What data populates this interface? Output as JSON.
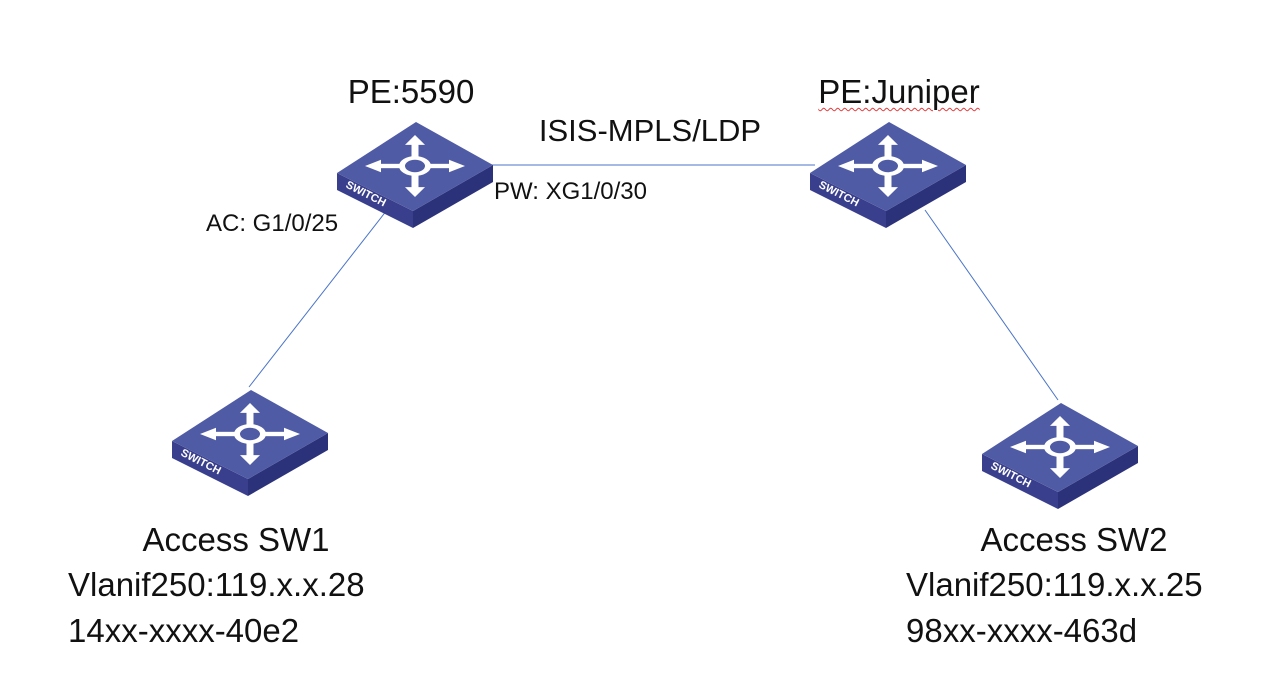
{
  "nodes": {
    "pe_5590": {
      "label": "PE:5590",
      "icon": "switch-icon",
      "badge": "SWITCH"
    },
    "pe_juniper": {
      "label": "PE:Juniper",
      "icon": "switch-icon",
      "badge": "SWITCH"
    },
    "access_sw1": {
      "label": "Access SW1",
      "vlanif": "Vlanif250:119.x.x.28",
      "mac": "14xx-xxxx-40e2",
      "icon": "switch-icon",
      "badge": "SWITCH"
    },
    "access_sw2": {
      "label": "Access SW2",
      "vlanif": "Vlanif250:119.x.x.25",
      "mac": "98xx-xxxx-463d",
      "icon": "switch-icon",
      "badge": "SWITCH"
    }
  },
  "links": {
    "core": {
      "protocol": "ISIS-MPLS/LDP",
      "pw_port": "PW: XG1/0/30"
    },
    "ac": {
      "port": "AC: G1/0/25"
    }
  },
  "colors": {
    "link": "#4a74c8",
    "switch_top": "#4f5ba4",
    "switch_side": "#2c327a",
    "switch_front": "#393f8c",
    "spellcheck_underline": "#e23b3b"
  }
}
